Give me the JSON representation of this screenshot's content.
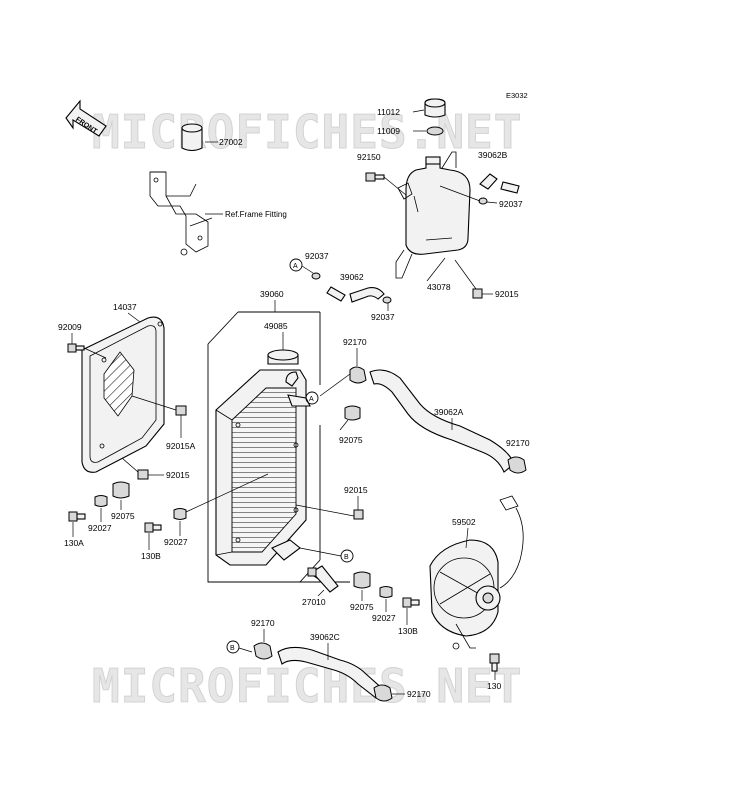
{
  "diagram_code": "E3032",
  "watermark": "MICROFICHES.NET",
  "front_label": "FRONT",
  "ref_note": "Ref.Frame Fitting",
  "callouts": {
    "a": "A",
    "b": "B"
  },
  "parts": {
    "p11012": "11012",
    "p11009": "11009",
    "p27002": "27002",
    "p92150": "92150",
    "p39062b": "39062B",
    "p92037a": "92037",
    "p92037b": "92037",
    "p39062": "39062",
    "p92037c": "92037",
    "p43078": "43078",
    "p92015a": "92015",
    "p14037": "14037",
    "p39060": "39060",
    "p92009": "92009",
    "p49085": "49085",
    "p92170a": "92170",
    "p92015b": "92015A",
    "p39062a": "39062A",
    "p92075a": "92075",
    "p92170b": "92170",
    "p92015c": "92015",
    "p92015d": "92015",
    "p92075b": "92075",
    "p92027a": "92027",
    "p130a": "130A",
    "p92027b": "92027",
    "p130b": "130B",
    "p59502": "59502",
    "p27010": "27010",
    "p92075c": "92075",
    "p92027c": "92027",
    "p130b2": "130B",
    "p92170c": "92170",
    "p39062c": "39062C",
    "p130": "130",
    "p92170d": "92170"
  }
}
